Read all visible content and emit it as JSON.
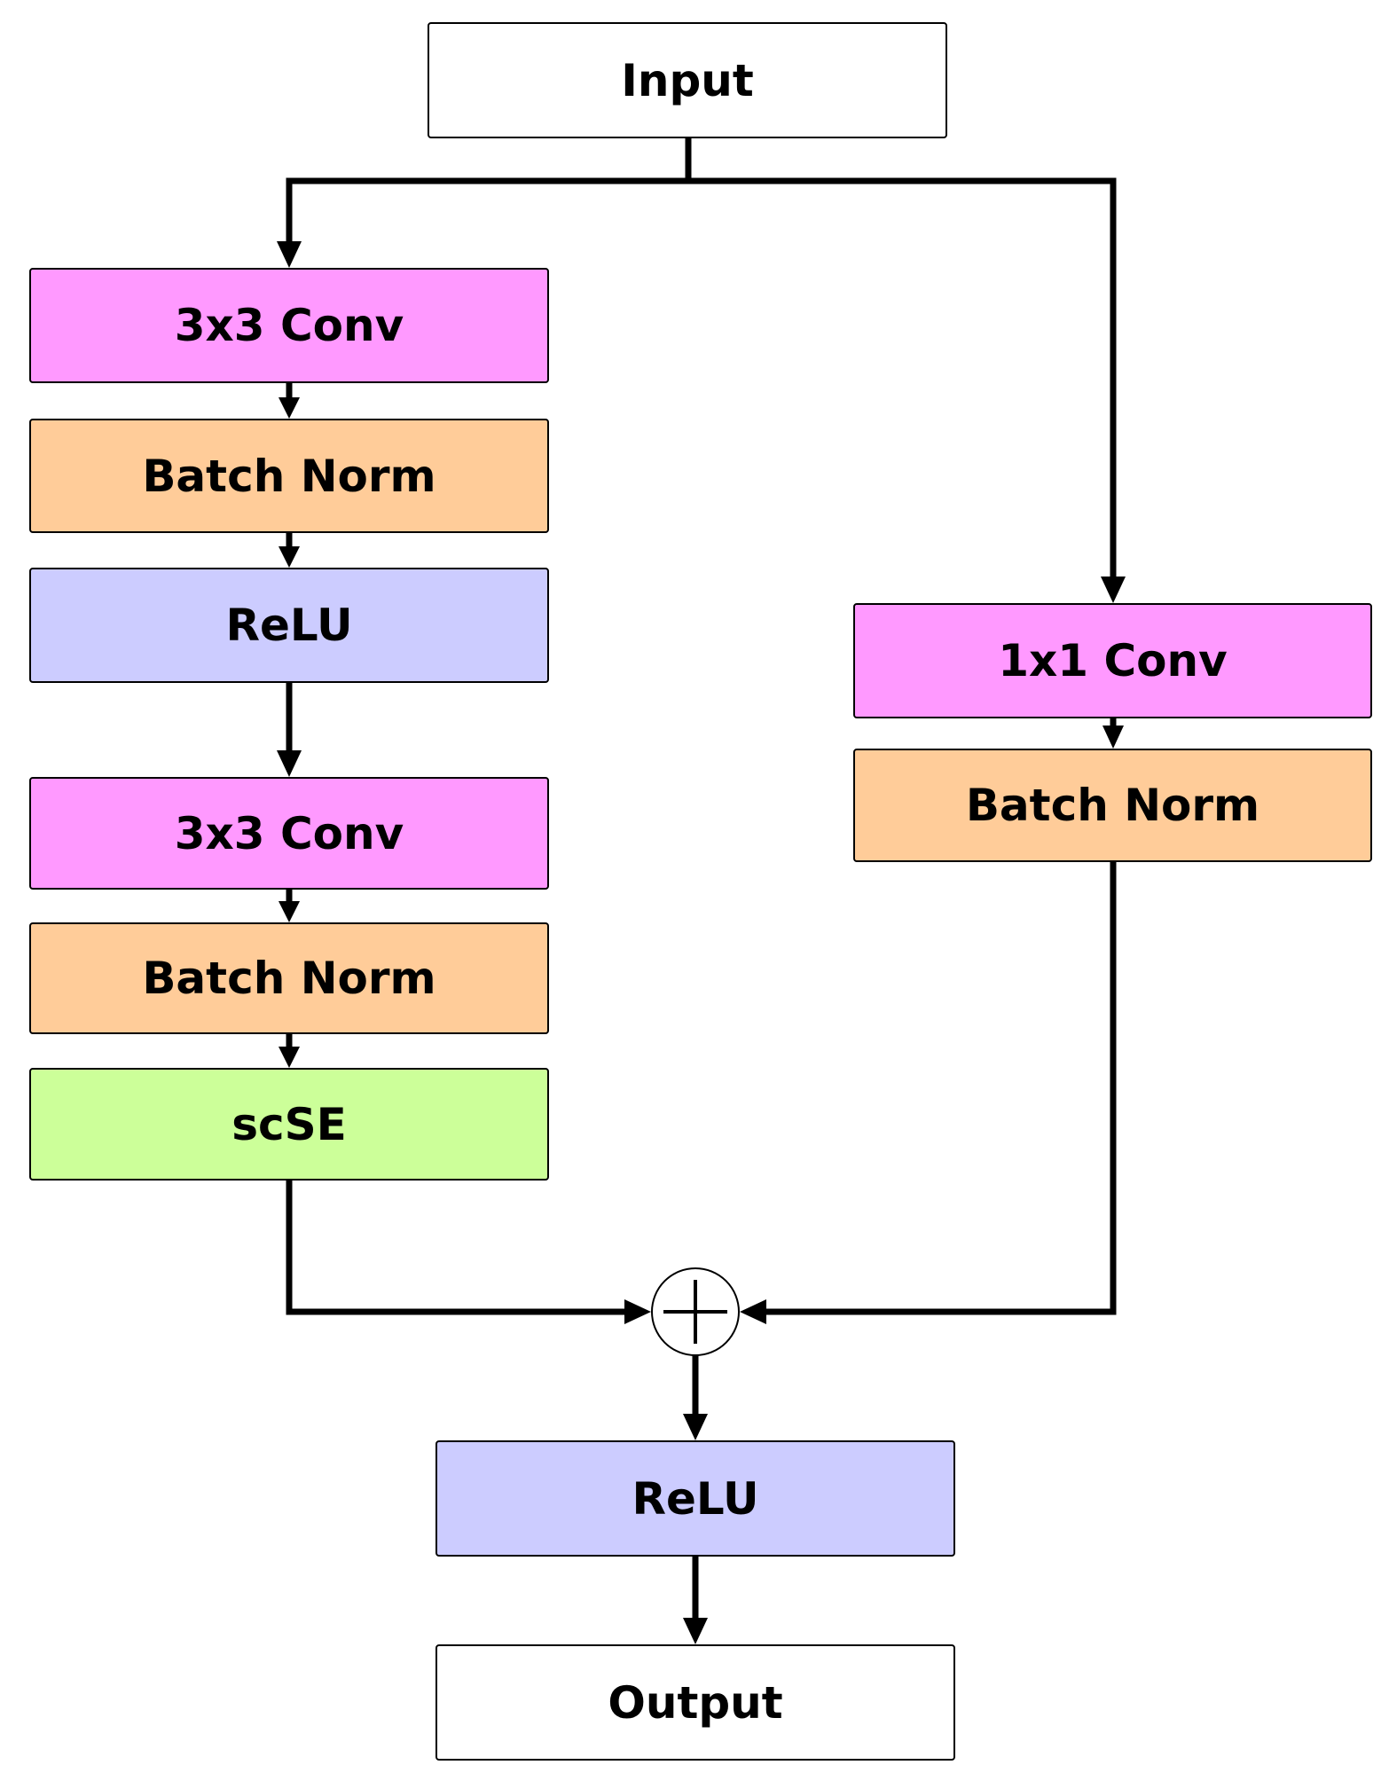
{
  "colors": {
    "conv": "#ff99ff",
    "batch_norm": "#ffcc99",
    "relu": "#ccccff",
    "scse": "#ccff99",
    "io": "#ffffff"
  },
  "nodes": {
    "input": "Input",
    "main_conv_1": "3x3 Conv",
    "main_bn_1": "Batch Norm",
    "main_relu": "ReLU",
    "main_conv_2": "3x3 Conv",
    "main_bn_2": "Batch Norm",
    "main_scse": "scSE",
    "skip_conv": "1x1 Conv",
    "skip_bn": "Batch Norm",
    "out_relu": "ReLU",
    "output": "Output"
  },
  "sum_operator": "plus-icon"
}
